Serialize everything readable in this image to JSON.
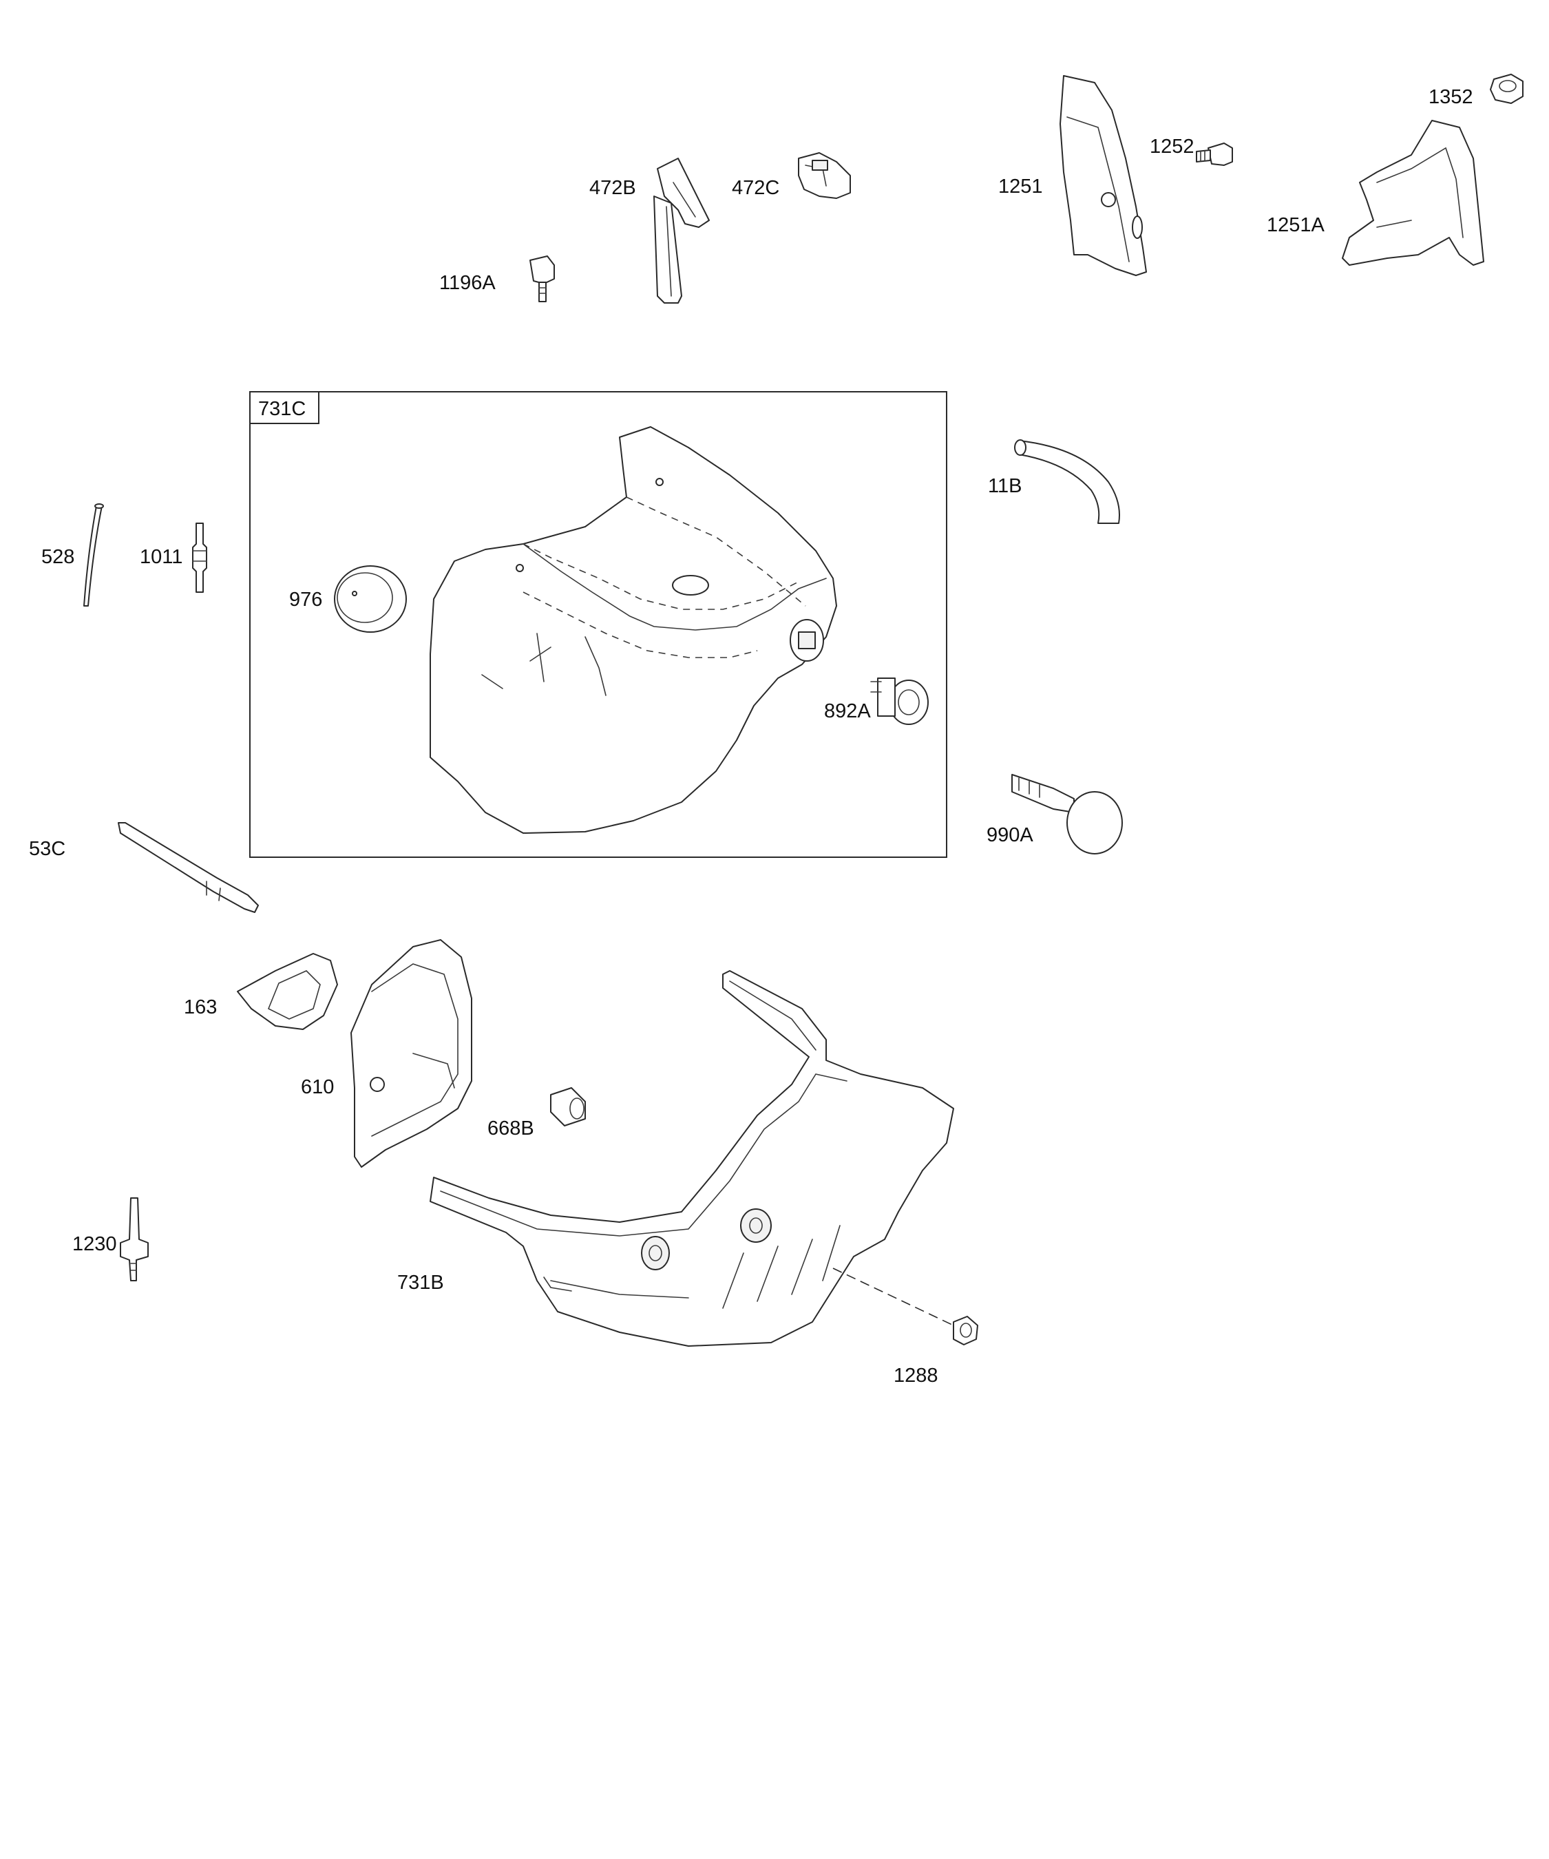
{
  "diagram": {
    "group_box_label": "731C",
    "callouts": {
      "p472B": "472B",
      "p472C": "472C",
      "p1251": "1251",
      "p1252": "1252",
      "p1352": "1352",
      "p1251A": "1251A",
      "p1196A": "1196A",
      "p528": "528",
      "p1011": "1011",
      "p976": "976",
      "p11B": "11B",
      "p892A": "892A",
      "p990A": "990A",
      "p53C": "53C",
      "p163": "163",
      "p610": "610",
      "p668B": "668B",
      "p1230": "1230",
      "p731B": "731B",
      "p1288": "1288"
    }
  }
}
